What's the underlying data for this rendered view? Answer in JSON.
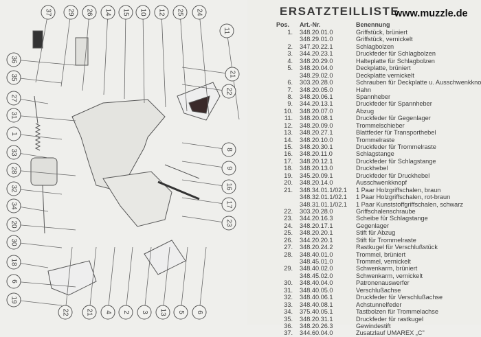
{
  "header": {
    "title": "ERSATZTEILLISTE",
    "website": "www.muzzle.de",
    "columns": {
      "pos": "Pos.",
      "art": "Art.-Nr.",
      "name": "Benennung"
    }
  },
  "parts": [
    {
      "pos": "1.",
      "art": "348.20.01.0",
      "name": "Griffstück, brüniert"
    },
    {
      "pos": "",
      "art": "348.29.01.0",
      "name": "Griffstück, vernickelt"
    },
    {
      "pos": "2.",
      "art": "347.20.22.1",
      "name": "Schlagbolzen"
    },
    {
      "pos": "3.",
      "art": "344.20.23.1",
      "name": "Druckfeder für Schlagbolzen"
    },
    {
      "pos": "4.",
      "art": "348.20.29.0",
      "name": "Halteplatte für Schlagbolzen"
    },
    {
      "pos": "5.",
      "art": "348.20.04.0",
      "name": "Deckplatte, brüniert"
    },
    {
      "pos": "",
      "art": "348.29.02.0",
      "name": "Deckplatte vernickelt"
    },
    {
      "pos": "6.",
      "art": "303.20.28.0",
      "name": "Schrauben für Deckplatte u. Ausschwenkknopf"
    },
    {
      "pos": "7.",
      "art": "348.20.05.0",
      "name": "Hahn"
    },
    {
      "pos": "8.",
      "art": "348.20.06.1",
      "name": "Spannheber"
    },
    {
      "pos": "9.",
      "art": "344.20.13.1",
      "name": "Druckfeder für Spannheber"
    },
    {
      "pos": "10.",
      "art": "348.20.07.0",
      "name": "Abzug"
    },
    {
      "pos": "11.",
      "art": "348.20.08.1",
      "name": "Druckfeder für Gegenlager"
    },
    {
      "pos": "12.",
      "art": "348.20.09.0",
      "name": "Trommelschieber"
    },
    {
      "pos": "13.",
      "art": "348.20.27.1",
      "name": "Blattfeder für Transporthebel"
    },
    {
      "pos": "14.",
      "art": "348.20.10.0",
      "name": "Trommelraste"
    },
    {
      "pos": "15.",
      "art": "348.20.30.1",
      "name": "Druckfeder für Trommelraste"
    },
    {
      "pos": "16.",
      "art": "348.20.11.0",
      "name": "Schlagstange"
    },
    {
      "pos": "17.",
      "art": "348.20.12.1",
      "name": "Druckfeder für Schlagstange"
    },
    {
      "pos": "18.",
      "art": "348.20.13.0",
      "name": "Druckhebel"
    },
    {
      "pos": "19.",
      "art": "345.20.09.1",
      "name": "Druckfeder für Druckhebel"
    },
    {
      "pos": "20.",
      "art": "348.20.14.0",
      "name": "Ausschwenkknopf"
    },
    {
      "pos": "21.",
      "art": "348.34.01.1/02.1",
      "name": "1 Paar Holzgriffschalen, braun"
    },
    {
      "pos": "",
      "art": "348.32.01.1/02.1",
      "name": "1 Paar Holzgriffschalen, rot-braun"
    },
    {
      "pos": "",
      "art": "348.31.01.1/02.1",
      "name": "1 Paar Kunststoffgriffschalen, schwarz"
    },
    {
      "pos": "22.",
      "art": "303.20.28.0",
      "name": "Griffschalenschraube"
    },
    {
      "pos": "23.",
      "art": "344.20.16.3",
      "name": "Scheibe für Schlagstange"
    },
    {
      "pos": "24.",
      "art": "348.20.17.1",
      "name": "Gegenlager"
    },
    {
      "pos": "25.",
      "art": "348.20.20.1",
      "name": "Stift für Abzug"
    },
    {
      "pos": "26.",
      "art": "344.20.20.1",
      "name": "Stift für Trommelraste"
    },
    {
      "pos": "27.",
      "art": "348.20.24.2",
      "name": "Rastkugel für Verschlußstück"
    },
    {
      "pos": "28.",
      "art": "348.40.01.0",
      "name": "Trommel, brüniert"
    },
    {
      "pos": "",
      "art": "348.45.01.0",
      "name": "Trommel, vernickelt"
    },
    {
      "pos": "29.",
      "art": "348.40.02.0",
      "name": "Schwenkarm, brüniert"
    },
    {
      "pos": "",
      "art": "348.45.02.0",
      "name": "Schwenkarm, vernickelt"
    },
    {
      "pos": "30.",
      "art": "348.40.04.0",
      "name": "Patronenauswerfer"
    },
    {
      "pos": "31.",
      "art": "348.40.05.0",
      "name": "Verschlußachse"
    },
    {
      "pos": "32.",
      "art": "348.40.06.1",
      "name": "Druckfeder für Verschlußachse"
    },
    {
      "pos": "33.",
      "art": "348.40.08.1",
      "name": "Achstunnelfeder"
    },
    {
      "pos": "34.",
      "art": "375.40.05.1",
      "name": "Tastbolzen für Trommelachse"
    },
    {
      "pos": "35.",
      "art": "348.20.31.1",
      "name": "Druckfeder für rastkugel"
    },
    {
      "pos": "36.",
      "art": "348.20.26.3",
      "name": "Gewindestift"
    },
    {
      "pos": "37.",
      "art": "344.60.04.0",
      "name": "Zusatzlauf UMAREX „C\""
    }
  ],
  "callouts": {
    "top": [
      "37",
      "29",
      "26",
      "14",
      "15",
      "10",
      "12",
      "25",
      "24",
      "11"
    ],
    "left": [
      "36",
      "35",
      "27",
      "31",
      "1",
      "33",
      "28",
      "32",
      "34",
      "20",
      "30",
      "18",
      "6",
      "19"
    ],
    "right": [
      "21",
      "22",
      "8",
      "9",
      "16",
      "17",
      "23"
    ],
    "bottom": [
      "22",
      "21",
      "4",
      "2",
      "3",
      "13",
      "5",
      "6"
    ]
  }
}
